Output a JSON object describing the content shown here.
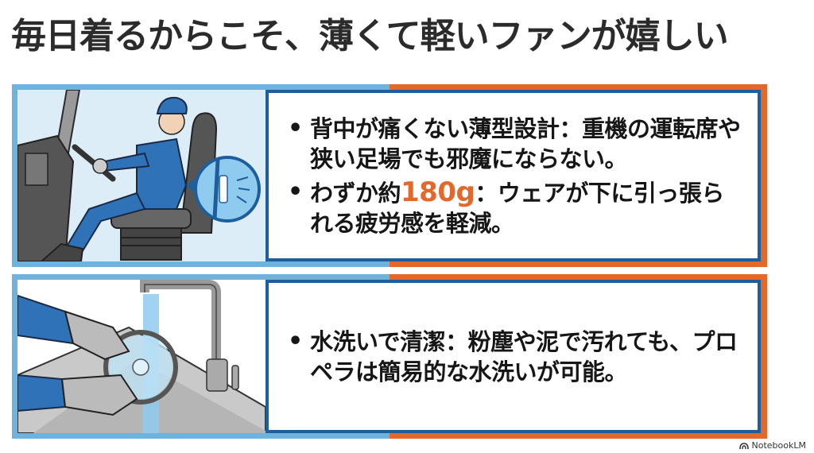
{
  "slide": {
    "title": "毎日着るからこそ、薄くて軽いファンが嬉しい",
    "colors": {
      "light_blue": "#6db3de",
      "orange": "#e2692b",
      "dark_blue": "#1e5e9c",
      "illustration_bg": "#dcedf8"
    }
  },
  "panels": [
    {
      "illustration": "worker-in-heavy-machinery-seat-with-thin-fan-closeup",
      "bullets": [
        {
          "dot": "•",
          "text": "背中が痛くない薄型設計：重機の運転席や狭い足場でも邪魔にならない。"
        },
        {
          "dot": "•",
          "prefix": "わずか約",
          "highlight": "180g",
          "suffix": "：ウェアが下に引っ張られる疲労感を軽減。"
        }
      ]
    },
    {
      "illustration": "gloved-hands-washing-fan-propeller-under-faucet",
      "bullets": [
        {
          "dot": "•",
          "text": "水洗いで清潔：粉塵や泥で汚れても、プロペラは簡易的な水洗いが可能。"
        }
      ]
    }
  ],
  "footer": {
    "brand_icon": "notebooklm-logo-icon",
    "brand_label": "NotebookLM"
  }
}
